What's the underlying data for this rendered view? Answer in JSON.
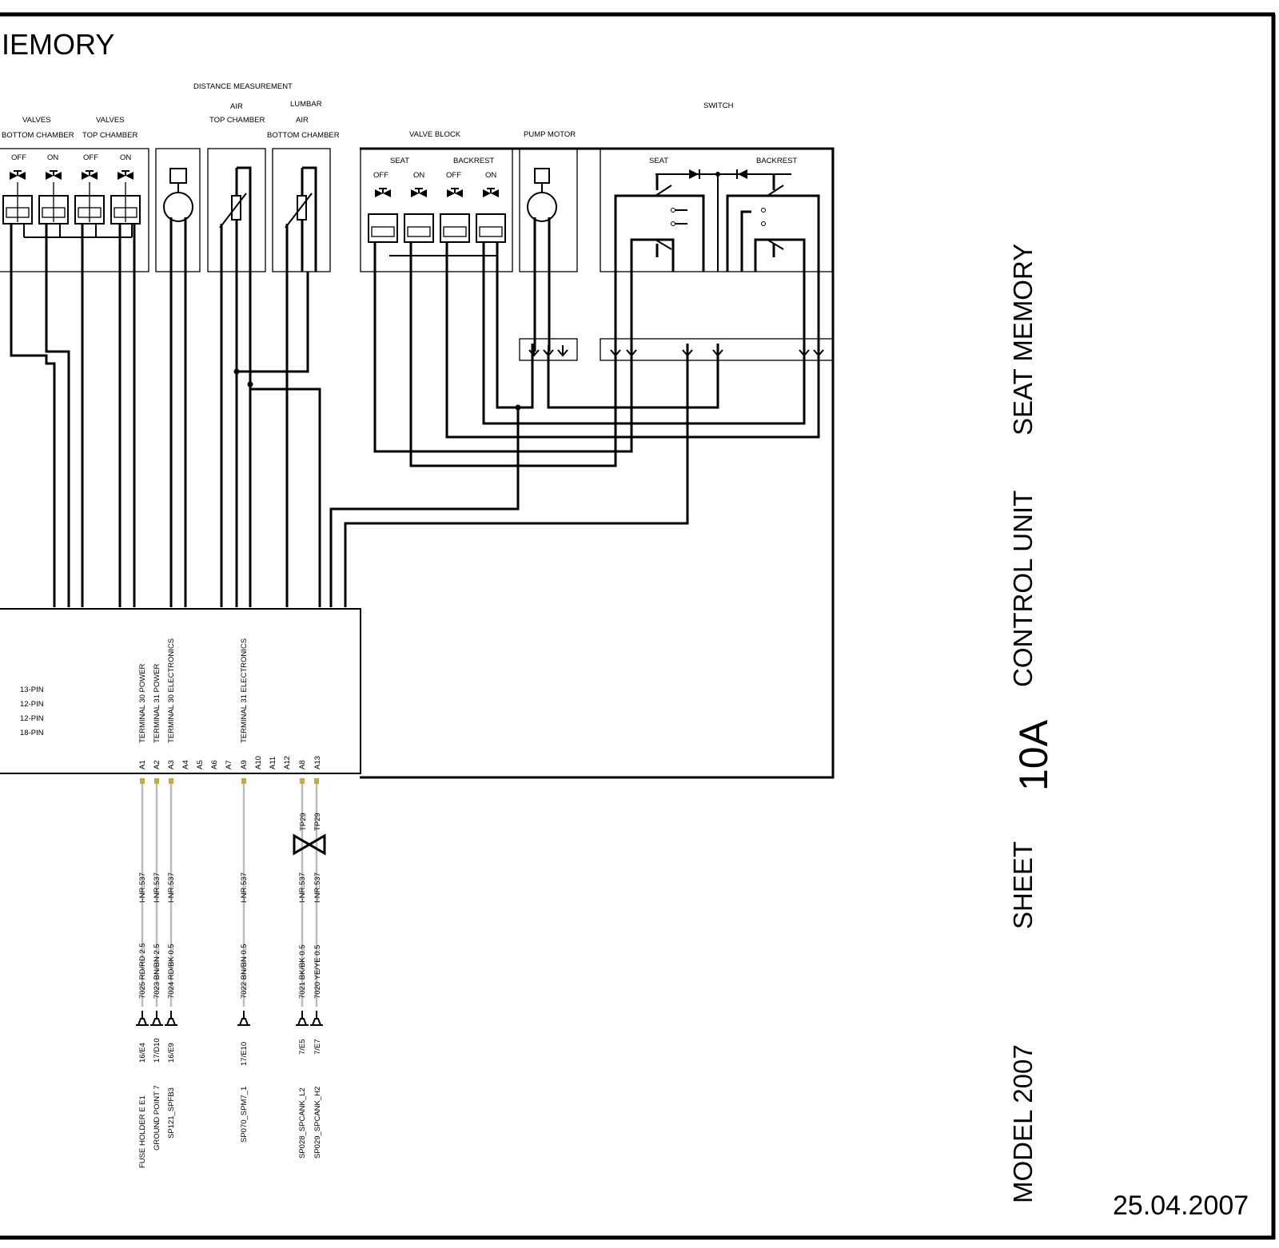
{
  "title_fragment": "IEMORY",
  "title_block": {
    "seat_memory": "SEAT MEMORY",
    "control_unit": "CONTROL UNIT",
    "sheet_number": "10A",
    "sheet_word": "SHEET",
    "model": "MODEL 2007",
    "date": "25.04.2007"
  },
  "headers": {
    "distance_measurement": "DISTANCE MEASUREMENT",
    "lumbar": "LUMBAR",
    "air_top": "AIR",
    "air_bottom": "AIR",
    "valves_1": "VALVES",
    "valves_2": "VALVES",
    "bottom_chamber_1": "BOTTOM CHAMBER",
    "top_chamber_1": "TOP CHAMBER",
    "top_chamber_2": "TOP CHAMBER",
    "bottom_chamber_2": "BOTTOM CHAMBER",
    "valve_block": "VALVE BLOCK",
    "pump_motor": "PUMP MOTOR",
    "switch": "SWITCH"
  },
  "valve_states_left": [
    "OFF",
    "ON",
    "OFF",
    "ON"
  ],
  "valve_block": {
    "seat": "SEAT",
    "backrest": "BACKREST",
    "states": [
      "OFF",
      "ON",
      "OFF",
      "ON"
    ]
  },
  "switch": {
    "seat": "SEAT",
    "backrest": "BACKREST"
  },
  "connectors": [
    "13-PIN",
    "12-PIN",
    "12-PIN",
    "18-PIN"
  ],
  "terminal_functions": [
    "TERMINAL 30   POWER",
    "TERMINAL 31   POWER",
    "TERMINAL 30   ELECTRONICS",
    "TERMINAL 31   ELECTRONICS"
  ],
  "pins": [
    "A1",
    "A2",
    "A3",
    "A4",
    "A5",
    "A6",
    "A7",
    "A9",
    "A10",
    "A11",
    "A12",
    "A8",
    "A13"
  ],
  "tp_labels": [
    "TP29",
    "TP29"
  ],
  "wires": [
    {
      "pin": "A1",
      "harness": "I-NR.537",
      "code": "7025 RD/RD 2.5",
      "ref": "16/E4",
      "dest": "FUSE HOLDER E    E1"
    },
    {
      "pin": "A2",
      "harness": "I-NR.537",
      "code": "7023 BN/BN 2.5",
      "ref": "17/D10",
      "dest": "GROUND POINT 7"
    },
    {
      "pin": "A3",
      "harness": "I-NR.537",
      "code": "7024 RD/BK 0.5",
      "ref": "16/E9",
      "dest": "SP121_SPFB3"
    },
    {
      "pin": "A9",
      "harness": "I-NR.537",
      "code": "7022 BN/BN 0.5",
      "ref": "17/E10",
      "dest": "SP070_SPM7_1"
    },
    {
      "pin": "A8",
      "harness": "I-NR.537",
      "code": "7021 BK/BK 0.5",
      "ref": "7/E5",
      "dest": "SP028_SPCANK_L2"
    },
    {
      "pin": "A13",
      "harness": "I-NR.537",
      "code": "7020 YE/YE 0.5",
      "ref": "7/E7",
      "dest": "SP029_SPCANK_H2"
    }
  ]
}
